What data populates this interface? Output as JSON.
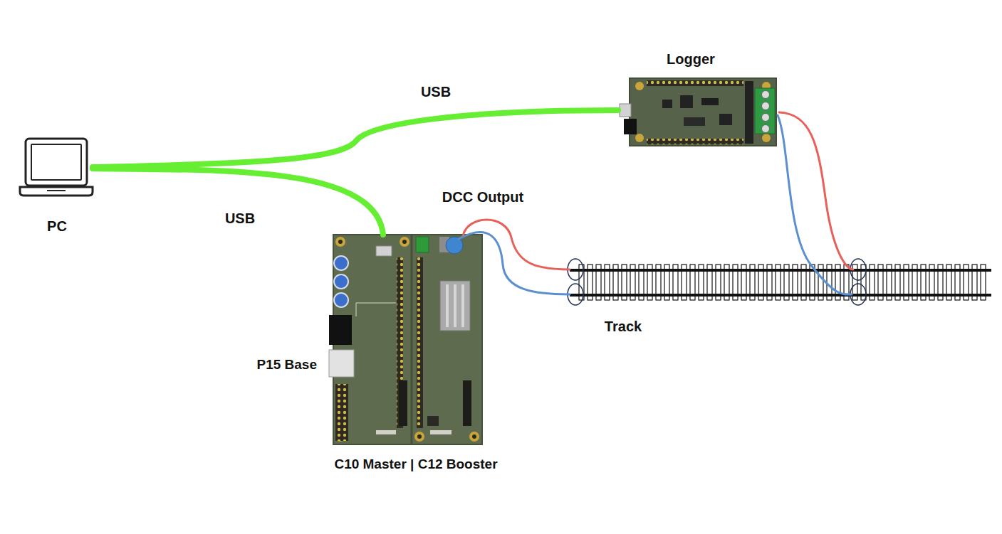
{
  "diagram": {
    "nodes": [
      {
        "text": [
          "Logger"
        ]
      },
      {
        "text": [
          "PC"
        ]
      },
      {
        "text": [
          "P15 Base",
          "C10 Master | C12 Booster"
        ]
      },
      {
        "text": [
          "Track"
        ]
      }
    ],
    "edges": [
      {
        "from": 1,
        "to": 0,
        "arrow": "none",
        "label": "USB"
      },
      {
        "from": 1,
        "to": 2,
        "arrow": "none",
        "label": "USB"
      },
      {
        "from": 2,
        "to": 3,
        "arrow": "none",
        "label": "DCC Output"
      },
      {
        "from": 0,
        "to": 3,
        "arrow": "none"
      }
    ]
  }
}
